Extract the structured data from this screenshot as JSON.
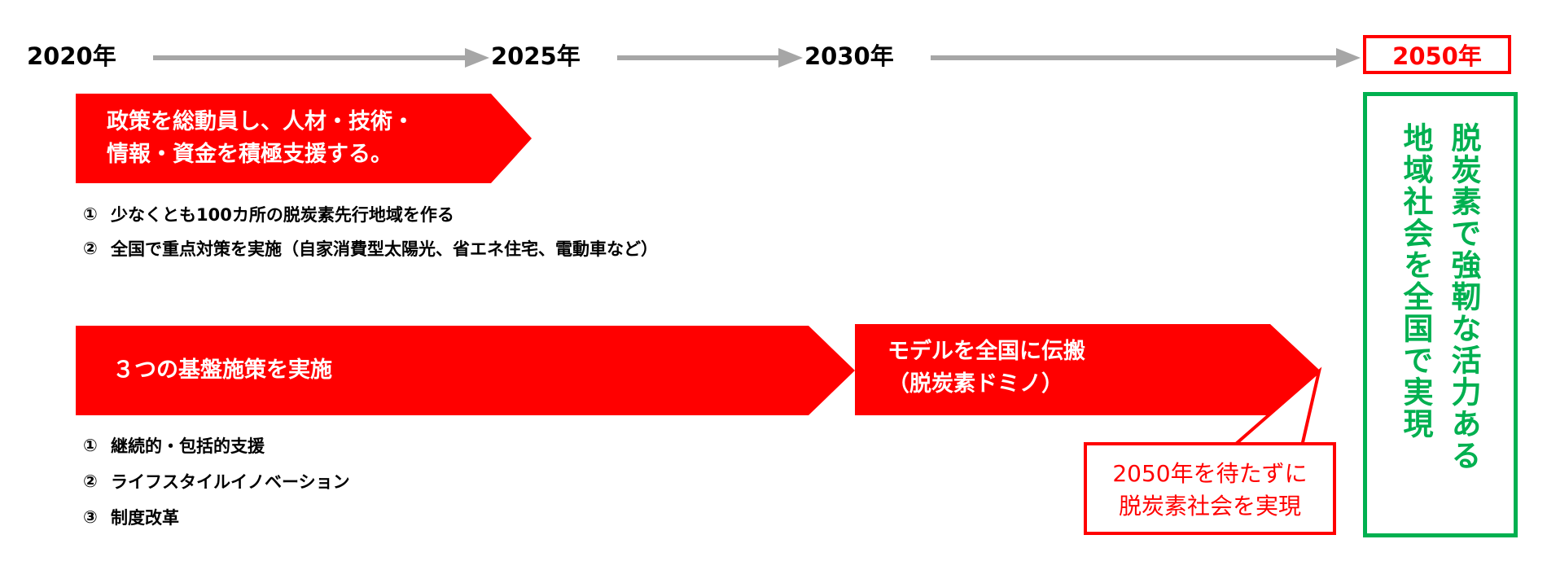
{
  "timeline": {
    "years": [
      "2020年",
      "2025年",
      "2030年"
    ],
    "final_year": "2050年"
  },
  "phase1": {
    "title_lines": [
      "政策を総動員し、人材・技術・",
      "情報・資金を積極支援する。"
    ],
    "items": [
      {
        "num": "①",
        "text": "少なくとも100カ所の脱炭素先行地域を作る"
      },
      {
        "num": "②",
        "text": "全国で重点対策を実施（自家消費型太陽光、省エネ住宅、電動車など）"
      }
    ]
  },
  "phase2": {
    "title": "３つの基盤施策を実施",
    "items": [
      {
        "num": "①",
        "text": "継続的・包括的支援"
      },
      {
        "num": "②",
        "text": "ライフスタイルイノベーション"
      },
      {
        "num": "③",
        "text": "制度改革"
      }
    ]
  },
  "phase3": {
    "title_lines": [
      "モデルを全国に伝搬",
      "（脱炭素ドミノ）"
    ]
  },
  "callout": {
    "lines": [
      "2050年を待たずに",
      "脱炭素社会を実現"
    ]
  },
  "goal": {
    "lines": [
      "脱炭素で強靭な活力ある",
      "地域社会を全国で実現"
    ]
  },
  "colors": {
    "accent_red": "#ff0000",
    "goal_green": "#00b050",
    "arrow_gray": "#a6a6a6"
  }
}
